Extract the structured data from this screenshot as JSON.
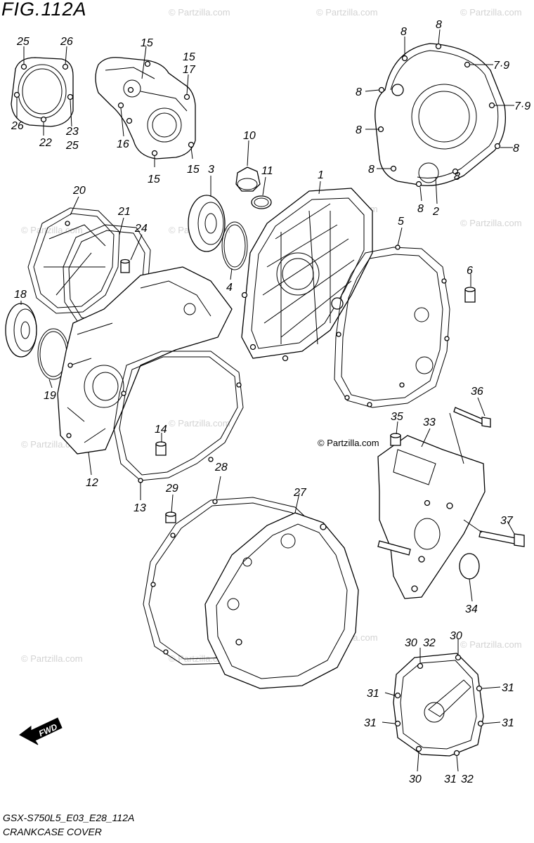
{
  "figure": {
    "title": "FIG.112A",
    "model_code": "GSX-S750L5_E03_E28_112A",
    "caption": "CRANKCASE COVER",
    "copyright": "© Partzilla.com",
    "watermark": "© Partzilla.com",
    "fwd_label": "FWD"
  },
  "callouts": [
    {
      "id": "c25a",
      "text": "25"
    },
    {
      "id": "c26a",
      "text": "26"
    },
    {
      "id": "c26b",
      "text": "26"
    },
    {
      "id": "c22",
      "text": "22"
    },
    {
      "id": "c23",
      "text": "23"
    },
    {
      "id": "c25b",
      "text": "25"
    },
    {
      "id": "c15a",
      "text": "15"
    },
    {
      "id": "c15b",
      "text": "15"
    },
    {
      "id": "c17",
      "text": "17"
    },
    {
      "id": "c16",
      "text": "16"
    },
    {
      "id": "c15c",
      "text": "15"
    },
    {
      "id": "c15d",
      "text": "15"
    },
    {
      "id": "c8a",
      "text": "8"
    },
    {
      "id": "c8b",
      "text": "8"
    },
    {
      "id": "c79a",
      "text": "7·9"
    },
    {
      "id": "c8c",
      "text": "8"
    },
    {
      "id": "c79b",
      "text": "7·9"
    },
    {
      "id": "c8d",
      "text": "8"
    },
    {
      "id": "c8e",
      "text": "8"
    },
    {
      "id": "c8f",
      "text": "8"
    },
    {
      "id": "c8g",
      "text": "8"
    },
    {
      "id": "c8h",
      "text": "8"
    },
    {
      "id": "c2",
      "text": "2"
    },
    {
      "id": "c10",
      "text": "10"
    },
    {
      "id": "c3",
      "text": "3"
    },
    {
      "id": "c11",
      "text": "11"
    },
    {
      "id": "c1",
      "text": "1"
    },
    {
      "id": "c20",
      "text": "20"
    },
    {
      "id": "c21",
      "text": "21"
    },
    {
      "id": "c24",
      "text": "24"
    },
    {
      "id": "c5",
      "text": "5"
    },
    {
      "id": "c4",
      "text": "4"
    },
    {
      "id": "c6",
      "text": "6"
    },
    {
      "id": "c18",
      "text": "18"
    },
    {
      "id": "c19",
      "text": "19"
    },
    {
      "id": "c36",
      "text": "36"
    },
    {
      "id": "c35",
      "text": "35"
    },
    {
      "id": "c33",
      "text": "33"
    },
    {
      "id": "c14",
      "text": "14"
    },
    {
      "id": "c12",
      "text": "12"
    },
    {
      "id": "c13",
      "text": "13"
    },
    {
      "id": "c28",
      "text": "28"
    },
    {
      "id": "c29",
      "text": "29"
    },
    {
      "id": "c27",
      "text": "27"
    },
    {
      "id": "c37",
      "text": "37"
    },
    {
      "id": "c34",
      "text": "34"
    },
    {
      "id": "c30a",
      "text": "30"
    },
    {
      "id": "c32a",
      "text": "32"
    },
    {
      "id": "c30b",
      "text": "30"
    },
    {
      "id": "c31a",
      "text": "31"
    },
    {
      "id": "c31b",
      "text": "31"
    },
    {
      "id": "c31c",
      "text": "31"
    },
    {
      "id": "c31d",
      "text": "31"
    },
    {
      "id": "c30c",
      "text": "30"
    },
    {
      "id": "c31e",
      "text": "31"
    },
    {
      "id": "c32b",
      "text": "32"
    }
  ]
}
